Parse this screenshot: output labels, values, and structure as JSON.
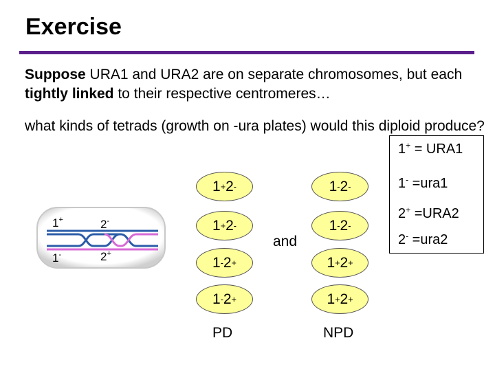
{
  "title": "Exercise",
  "colors": {
    "rule": "#5b1f8c",
    "spore_fill": "#ffff99",
    "blue_chromosome": "#2b5ca8",
    "pink_chromosome": "#d66ad6"
  },
  "intro": {
    "w1": "Suppose",
    "w2": " URA1 and URA2 are on separate chromosomes, but each ",
    "w3": "tightly linked",
    "w4": " to their respective centromeres…"
  },
  "question": "what kinds of tetrads (growth on -ura plates) would this diploid produce?",
  "legend": [
    {
      "num": "1",
      "sup": "+",
      "text": " = URA1"
    },
    {
      "num": "1",
      "sup": "-",
      "text": " =ura1"
    },
    {
      "num": "2",
      "sup": "+",
      "text": " =URA2"
    },
    {
      "num": "2",
      "sup": "-",
      "text": " =ura2"
    }
  ],
  "diagram": {
    "labels": [
      {
        "num": "1",
        "sup": "+"
      },
      {
        "num": "2",
        "sup": "-"
      },
      {
        "num": "1",
        "sup": "-"
      },
      {
        "num": "2",
        "sup": "+"
      }
    ]
  },
  "tetrads": [
    {
      "label": "PD",
      "spores": [
        {
          "a": "1",
          "as": "+",
          "b": " 2",
          "bs": "-"
        },
        {
          "a": "1",
          "as": "+",
          "b": " 2",
          "bs": "-"
        },
        {
          "a": "1",
          "as": "-",
          "b": " 2",
          "bs": "+"
        },
        {
          "a": "1",
          "as": "-",
          "b": " 2",
          "bs": "+"
        }
      ]
    },
    {
      "label": "NPD",
      "spores": [
        {
          "a": "1",
          "as": "-",
          "b": " 2",
          "bs": "-"
        },
        {
          "a": "1",
          "as": "-",
          "b": " 2",
          "bs": "-"
        },
        {
          "a": "1",
          "as": "+",
          "b": " 2",
          "bs": "+"
        },
        {
          "a": "1",
          "as": "+",
          "b": " 2",
          "bs": "+"
        }
      ]
    }
  ],
  "connector": "and"
}
